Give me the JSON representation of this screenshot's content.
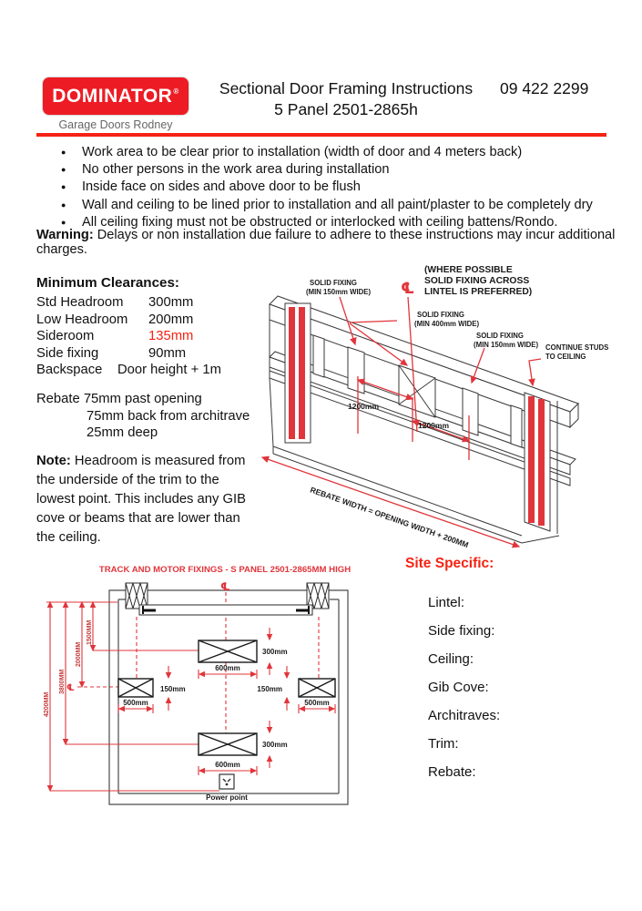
{
  "header": {
    "logo_text": "DOMINATOR",
    "logo_mark": "®",
    "logo_subtitle": "Garage Doors Rodney",
    "title": "Sectional Door Framing Instructions",
    "phone": "09 422 2299",
    "subtitle": "5 Panel 2501-2865h"
  },
  "instructions": {
    "bullet_glyph": "●",
    "bullets": [
      "Work area to be clear prior to installation (width of door and 4 meters back)",
      "No other persons in the work area during installation",
      "Inside face on sides and above door to be flush",
      "Wall and ceiling to be lined prior to installation and all paint/plaster to be completely dry",
      "All ceiling fixing must not be obstructed or interlocked with ceiling battens/Rondo."
    ],
    "warning_label": "Warning:",
    "warning_text": " Delays or non installation due failure to adhere to these instructions may incur additional charges."
  },
  "clearances": {
    "heading": "Minimum Clearances:",
    "rows": [
      {
        "label": "Std Headroom",
        "value": "300mm"
      },
      {
        "label": "Low Headroom",
        "value": "200mm"
      },
      {
        "label": "Sideroom",
        "value": "135mm"
      },
      {
        "label": "Side fixing",
        "value": "90mm"
      },
      {
        "label": "Backspace",
        "value": "Door height + 1m"
      }
    ],
    "rebate_line1": "Rebate 75mm past opening",
    "rebate_line2": "75mm back from architrave",
    "rebate_line3": "25mm deep",
    "note_label": "Note:",
    "note_text": " Headroom is measured from the underside of the trim to the lowest point. This includes any GIB cove or beams that are lower than the ceiling."
  },
  "framing_diagram": {
    "centerline_symbol": "℄",
    "note_line1": "(WHERE POSSIBLE",
    "note_line2": "SOLID FIXING ACROSS",
    "note_line3": "LINTEL IS PREFERRED)",
    "label_left_1": "SOLID FIXING",
    "label_left_2": "(MIN 150mm WIDE)",
    "label_mid_1": "SOLID FIXING",
    "label_mid_2": "(MIN 400mm WIDE)",
    "label_right_1": "SOLID FIXING",
    "label_right_2": "(MIN 150mm WIDE)",
    "label_studs_1": "CONTINUE STUDS",
    "label_studs_2": "TO CEILING",
    "dim1": "1200mm",
    "dim2": "1200mm",
    "rebate_width_text": "REBATE WIDTH = OPENING WIDTH + 200MM"
  },
  "track_diagram": {
    "title": "TRACK AND MOTOR FIXINGS - S PANEL 2501-2865MM HIGH",
    "centerline_symbol": "℄",
    "centerline_symbol_left": "℄",
    "dim_1500": "1500MM",
    "dim_2000": "2000MM",
    "dim_3800": "3800MM",
    "dim_4200": "4200MM",
    "top_box_height": "300mm",
    "top_box_width": "600mm",
    "left_box_height": "150mm",
    "left_box_width": "500mm",
    "right_box_height": "150mm",
    "right_box_width": "500mm",
    "bottom_box_height": "300mm",
    "bottom_box_width": "600mm",
    "power_point_label": "Power point"
  },
  "site_specific": {
    "heading": "Site Specific:",
    "fields": [
      "Lintel:",
      "Side fixing:",
      "Ceiling:",
      "Gib Cove:",
      "Architraves:",
      "Trim:",
      "Rebate:"
    ]
  },
  "colors": {
    "accent_red": "#ed1c24",
    "diagram_red": "#e0353b"
  }
}
